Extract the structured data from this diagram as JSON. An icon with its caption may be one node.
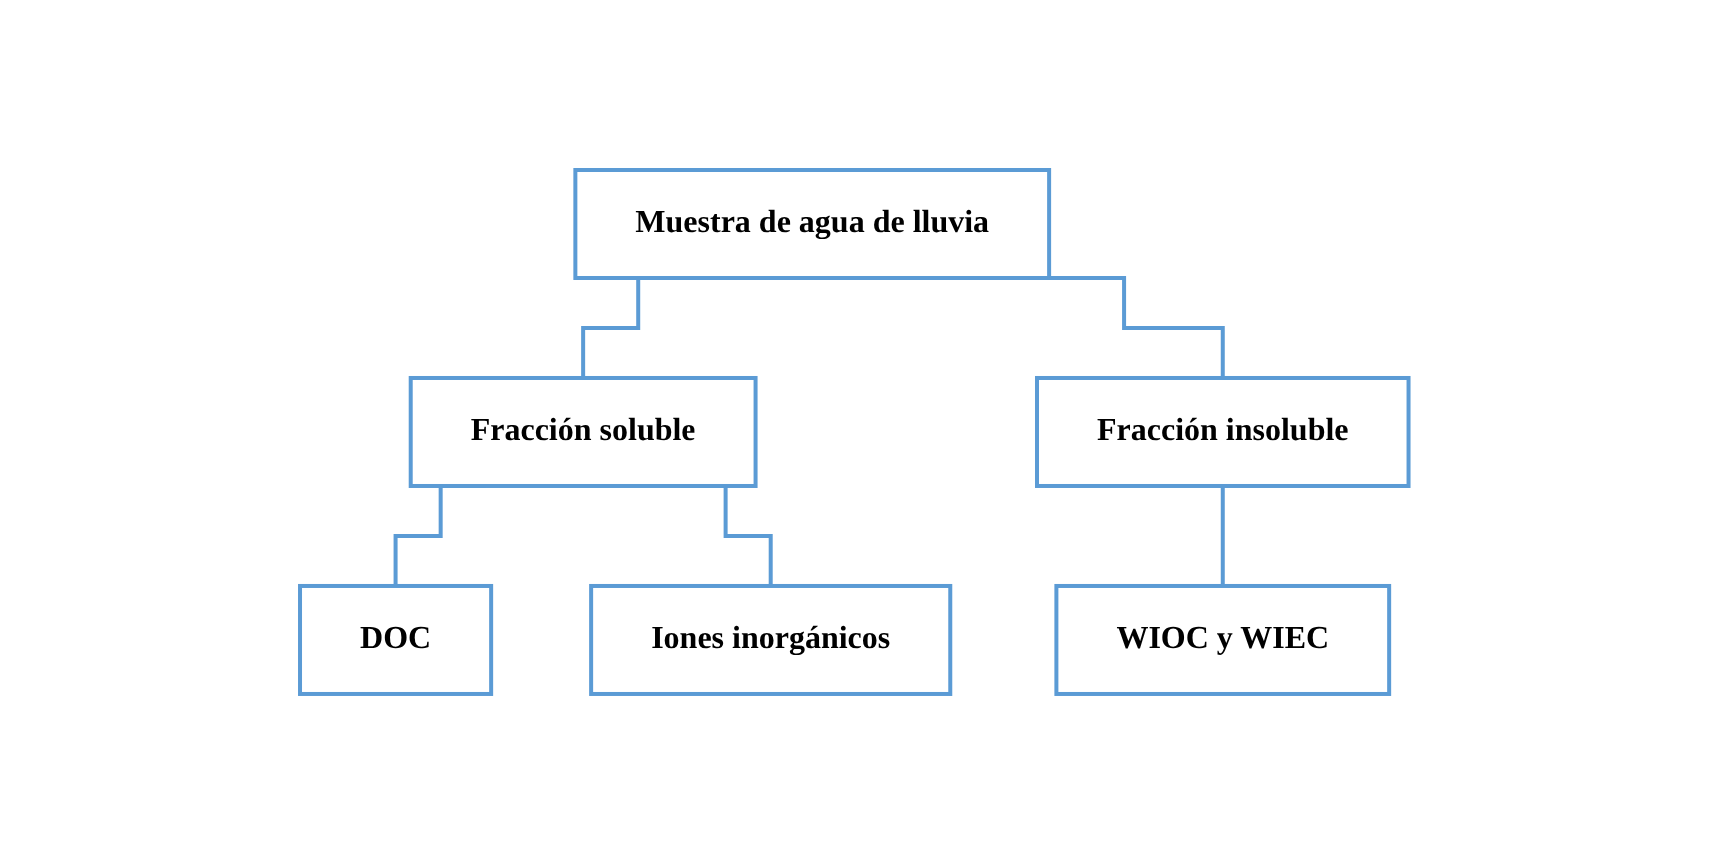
{
  "diagram": {
    "nodes": [
      {
        "text": [
          "Muestra de agua de lluvia"
        ]
      },
      {
        "text": [
          "Fracción soluble"
        ]
      },
      {
        "text": [
          "Fracción insoluble"
        ]
      },
      {
        "text": [
          "DOC"
        ]
      },
      {
        "text": [
          "Iones inorgánicos"
        ]
      },
      {
        "text": [
          "WIOC y WIEC"
        ]
      }
    ],
    "edges": [
      {
        "from": 0,
        "to": 1,
        "arrow": "none"
      },
      {
        "from": 0,
        "to": 2,
        "arrow": "none"
      },
      {
        "from": 1,
        "to": 3,
        "arrow": "none"
      },
      {
        "from": 1,
        "to": 4,
        "arrow": "none"
      },
      {
        "from": 2,
        "to": 5,
        "arrow": "none"
      }
    ]
  }
}
